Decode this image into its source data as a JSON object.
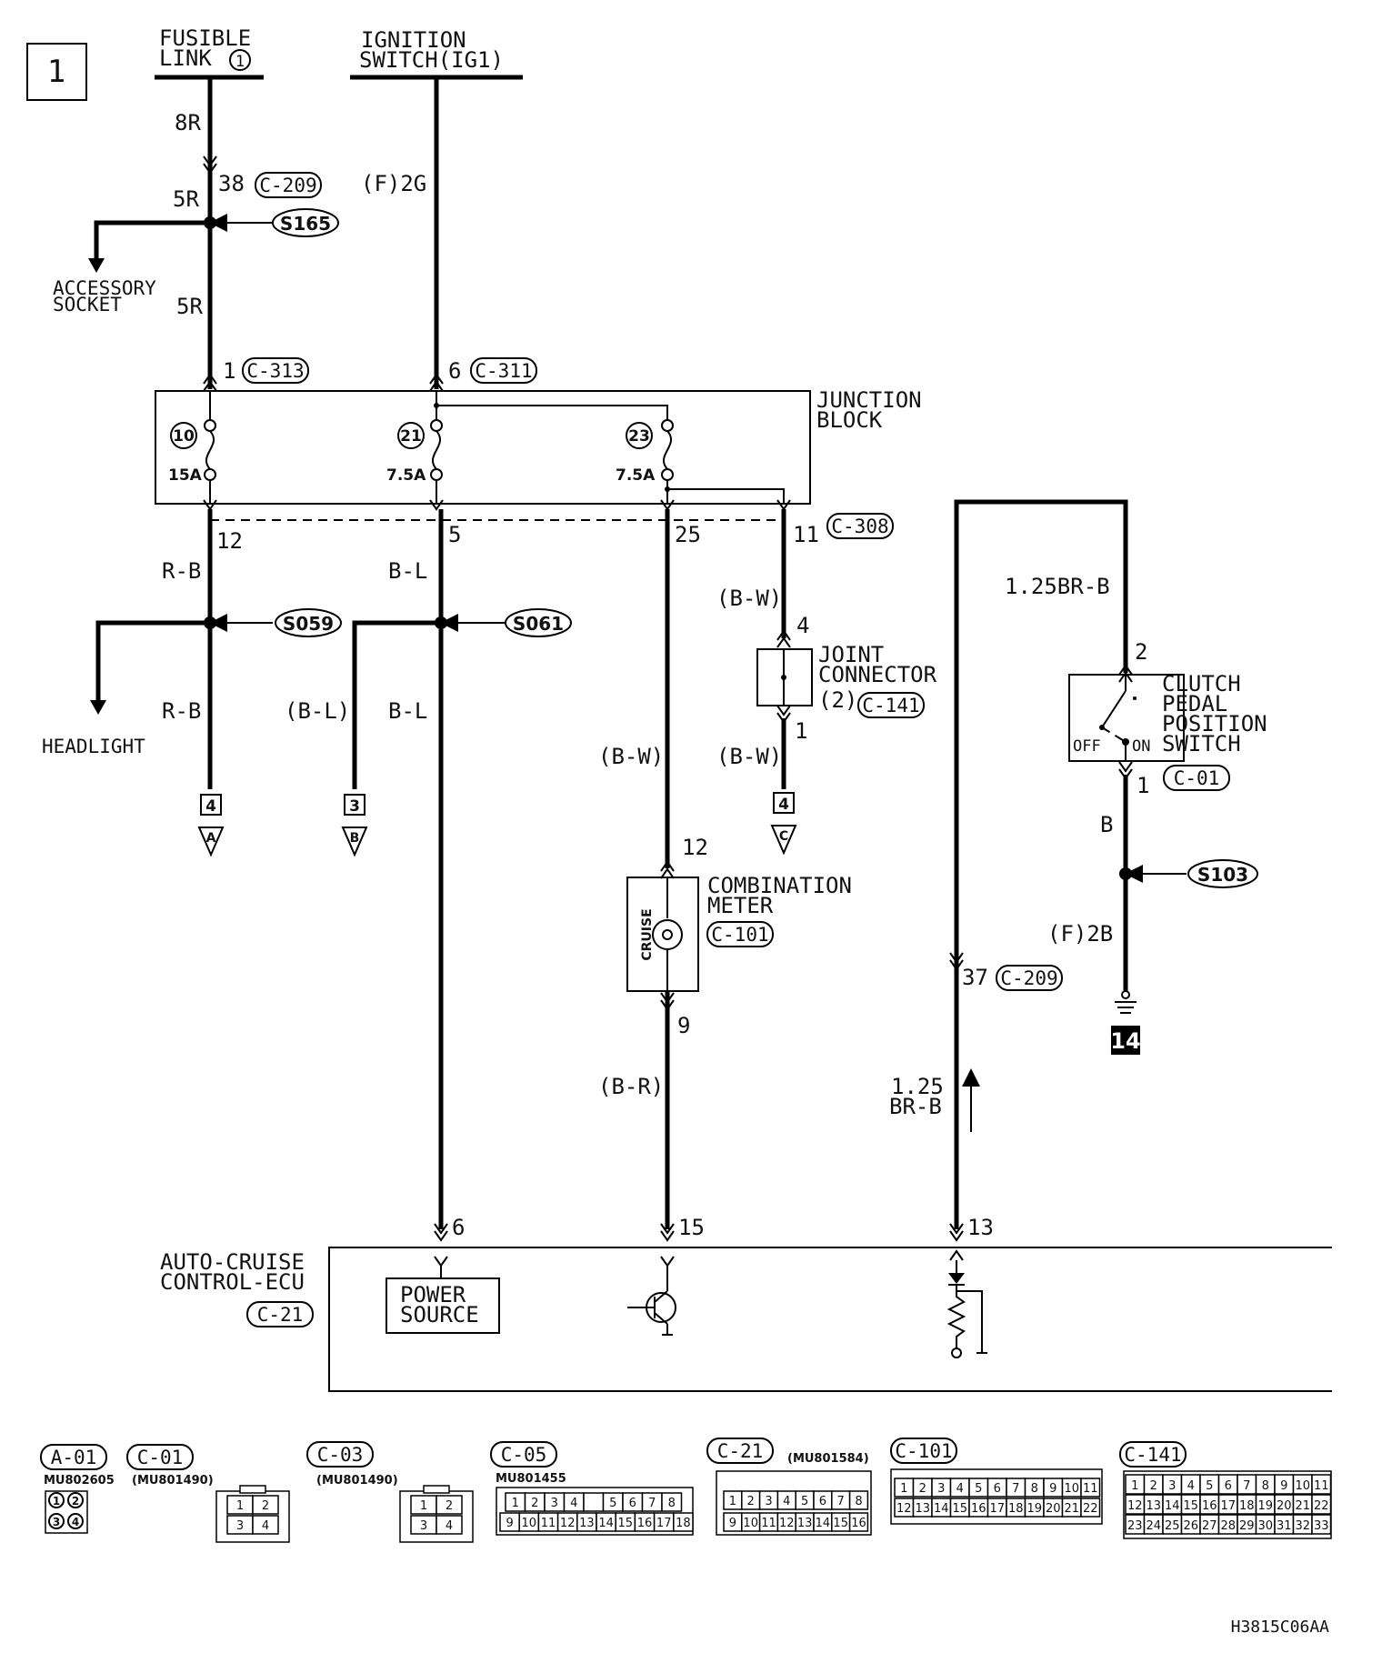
{
  "page": {
    "number": "1",
    "figure_code": "H3815C06AA"
  },
  "sources": {
    "fusible_link": {
      "line1": "FUSIBLE",
      "line2": "LINK",
      "num": "1"
    },
    "ignition_switch": {
      "line1": "IGNITION",
      "line2": "SWITCH(IG1)"
    }
  },
  "wires": {
    "w8R": "8R",
    "w5R_a": "5R",
    "w5R_b": "5R",
    "pin38": "38",
    "pinF2G": "(F)2G",
    "pin1": "1",
    "pin6": "6",
    "pin12": "12",
    "pin5": "5",
    "pin25": "25",
    "pin11": "11",
    "RB_1": "R-B",
    "RB_2": "R-B",
    "BL_1": "B-L",
    "BL_2": "B-L",
    "BL_paren": "(B-L)",
    "BW_1": "(B-W)",
    "BW_2": "(B-W)",
    "BW_3": "(B-W)",
    "BR": "(B-R)",
    "jc_pin4": "4",
    "jc_pin1": "1",
    "jc_count": "(2)",
    "meter_pin12": "12",
    "meter_pin9": "9",
    "ecu_pin6": "6",
    "ecu_pin15": "15",
    "ecu_pin13": "13",
    "pin37": "37",
    "w125_1": "1.25",
    "w125_2": "BR-B",
    "w125BRB": "1.25BR-B",
    "sw_pin2": "2",
    "sw_pin1": "1",
    "B": "B",
    "F2B": "(F)2B"
  },
  "connectors": {
    "c209_a": "C-209",
    "c313": "C-313",
    "c311": "C-311",
    "c308": "C-308",
    "c141": "C-141",
    "c101": "C-101",
    "c01": "C-01",
    "c209_b": "C-209",
    "c21": "C-21"
  },
  "splices": {
    "s165": "S165",
    "s059": "S059",
    "s061": "S061",
    "s103": "S103"
  },
  "components": {
    "accessory_socket": {
      "line1": "ACCESSORY",
      "line2": "SOCKET"
    },
    "junction_block": {
      "line1": "JUNCTION",
      "line2": "BLOCK"
    },
    "fuses": [
      {
        "num": "10",
        "amps": "15A"
      },
      {
        "num": "21",
        "amps": "7.5A"
      },
      {
        "num": "23",
        "amps": "7.5A"
      }
    ],
    "headlight": "HEADLIGHT",
    "joint_connector": {
      "line1": "JOINT",
      "line2": "CONNECTOR"
    },
    "combination_meter": {
      "line1": "COMBINATION",
      "line2": "METER",
      "lamp": "CRUISE"
    },
    "clutch_switch": {
      "line1": "CLUTCH",
      "line2": "PEDAL",
      "line3": "POSITION",
      "line4": "SWITCH",
      "off": "OFF",
      "on": "ON"
    },
    "ecu": {
      "line1": "AUTO-CRUISE",
      "line2": "CONTROL-ECU",
      "ps1": "POWER",
      "ps2": "SOURCE"
    },
    "ground_num": "14"
  },
  "offpage": [
    {
      "num": "4",
      "letter": "A"
    },
    {
      "num": "3",
      "letter": "B"
    },
    {
      "num": "4",
      "letter": "C"
    }
  ],
  "legend": [
    {
      "id": "A-01",
      "part": "MU802605",
      "cells": [
        "1",
        "2",
        "3",
        "4"
      ]
    },
    {
      "id": "C-01",
      "part": "(MU801490)",
      "cells": [
        "1",
        "2",
        "3",
        "4"
      ]
    },
    {
      "id": "C-03",
      "part": "(MU801490)",
      "cells": [
        "1",
        "2",
        "3",
        "4"
      ]
    },
    {
      "id": "C-05",
      "part": "MU801455",
      "row1": [
        "1",
        "2",
        "3",
        "4",
        "",
        "5",
        "6",
        "7",
        "8"
      ],
      "row2": [
        "9",
        "10",
        "11",
        "12",
        "13",
        "14",
        "15",
        "16",
        "17",
        "18"
      ]
    },
    {
      "id": "C-21",
      "part": "(MU801584)",
      "row1": [
        "1",
        "2",
        "3",
        "4",
        "5",
        "6",
        "7",
        "8"
      ],
      "row2": [
        "9",
        "10",
        "11",
        "12",
        "13",
        "14",
        "15",
        "16"
      ]
    },
    {
      "id": "C-101",
      "row1": [
        "1",
        "2",
        "3",
        "4",
        "5",
        "6",
        "7",
        "8",
        "9",
        "10",
        "11"
      ],
      "row2": [
        "12",
        "13",
        "14",
        "15",
        "16",
        "17",
        "18",
        "19",
        "20",
        "21",
        "22"
      ]
    },
    {
      "id": "C-141",
      "row1": [
        "1",
        "2",
        "3",
        "4",
        "5",
        "6",
        "7",
        "8",
        "9",
        "10",
        "11"
      ],
      "row2": [
        "12",
        "13",
        "14",
        "15",
        "16",
        "17",
        "18",
        "19",
        "20",
        "21",
        "22"
      ],
      "row3": [
        "23",
        "24",
        "25",
        "26",
        "27",
        "28",
        "29",
        "30",
        "31",
        "32",
        "33"
      ]
    }
  ]
}
